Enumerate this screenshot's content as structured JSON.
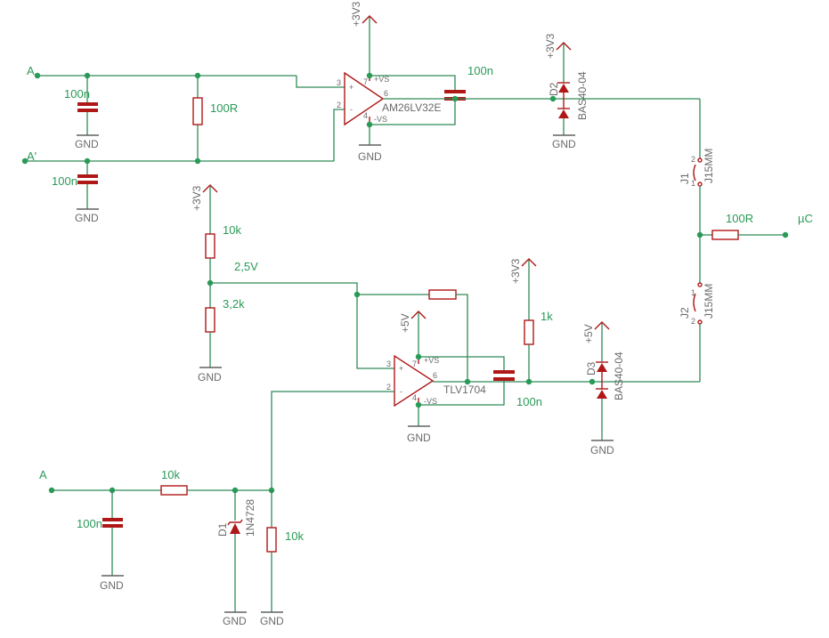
{
  "nets": {
    "a_top": "A",
    "a_prime": "A'",
    "a_bottom": "A",
    "uc": "µC",
    "mid_2v5": "2,5V"
  },
  "gnd_label": "GND",
  "supplies": {
    "p3v3": "+3V3",
    "p5v": "+5V"
  },
  "components": {
    "c_top1": "100n",
    "c_top2": "100n",
    "r_term": "100R",
    "opamp1_name": "AM26LV32E",
    "c_out1": "100n",
    "d2_name": "D2",
    "d2_part": "BAS40-04",
    "j1_name": "J1",
    "j1_part": "J15MM",
    "j2_name": "J2",
    "j2_part": "J15MM",
    "r_out": "100R",
    "r_div_top": "10k",
    "r_div_bot": "3,2k",
    "opamp2_name": "TLV1704",
    "c_out2": "100n",
    "r_pull": "1k",
    "d3_name": "D3",
    "d3_part": "BAS40-04",
    "c_bot": "100n",
    "r_series": "10k",
    "d1_name": "D1",
    "d1_part": "1N4728",
    "r_shunt": "10k"
  },
  "pins": {
    "in_plus": "3",
    "in_minus": "2",
    "out": "6",
    "vpos_pin": "7",
    "vneg_pin": "4",
    "vpos": "+VS",
    "vneg": "-VS",
    "plus_sign": "+",
    "minus_sign": "-",
    "j_pin1": "1",
    "j_pin2": "2"
  }
}
